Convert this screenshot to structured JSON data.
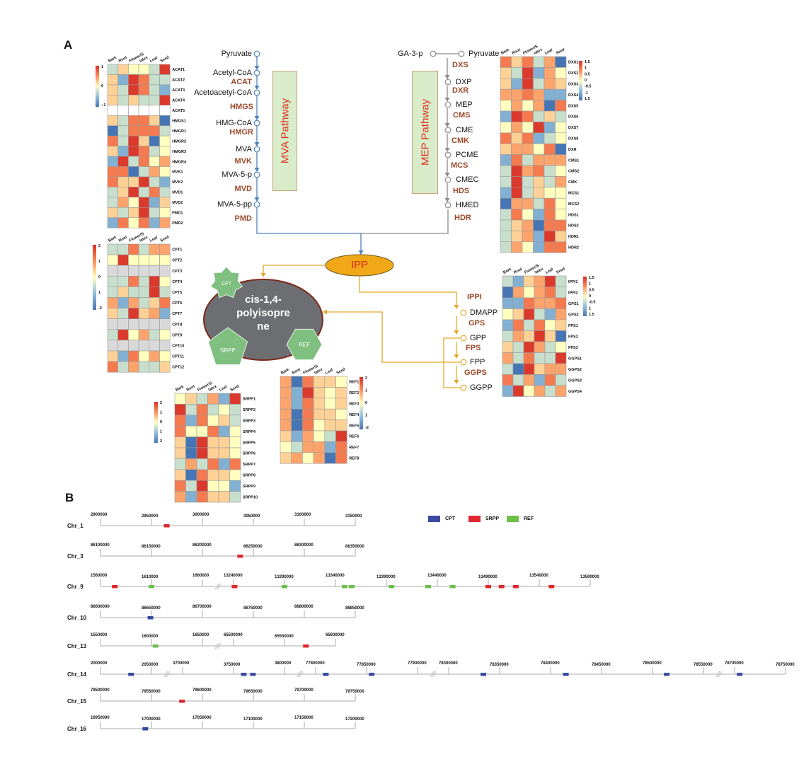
{
  "panels": {
    "a": "A",
    "b": "B"
  },
  "mva": {
    "title": "MVA Pathway",
    "metabolites": [
      "Pyruvate",
      "Acetyl-CoA",
      "Acetoacetyl-CoA",
      "HMG-CoA",
      "MVA",
      "MVA-5-p",
      "MVA-5-pp"
    ],
    "enzymes": [
      "ACAT",
      "HMGS",
      "HMGR",
      "MVK",
      "MVD",
      "PMD"
    ]
  },
  "mep": {
    "title": "MEP Pathway",
    "start": "GA-3-p",
    "pyruvate": "Pyruvate",
    "metabolites": [
      "DXP",
      "MEP",
      "CME",
      "PCME",
      "CMEC",
      "HMED"
    ],
    "enzymes": [
      "DXS",
      "DXR",
      "CMS",
      "CMK",
      "MCS",
      "HDS",
      "HDR"
    ]
  },
  "ipp": {
    "label": "IPP"
  },
  "downstream": {
    "enzymes": [
      "IPPI",
      "GPS",
      "FPS",
      "GGPS"
    ],
    "metabolites": [
      "DMAPP",
      "GPP",
      "FPP",
      "GGPP"
    ]
  },
  "product": {
    "line1": "cis-1,4-",
    "line2": "polyisopre",
    "line3": "ne",
    "proteins": [
      "CPT",
      "SRPP",
      "REF"
    ]
  },
  "colors": {
    "mva_arrow": "#4f81bd",
    "mep_arrow": "#8c8c8c",
    "downstream_arrow": "#e6a82a",
    "ipp_fill": "#f0a818",
    "product_fill": "#6d6e71",
    "protein_fill": "#7fbf7f",
    "enzyme_text": "#9c4a2a",
    "heat_low": "#4575b4",
    "heat_mid": "#ffffbf",
    "heat_high": "#d73027",
    "CPT": "#3a4aa0",
    "SRPP": "#e0262e",
    "REF": "#6cc04a"
  },
  "heatmaps": {
    "columns": [
      "Bark",
      "Root",
      "Flower/S",
      "latex",
      "Leaf",
      "Seed"
    ],
    "mva": {
      "legend": [
        "1",
        "0",
        "−1"
      ],
      "na_color": "#ffffff",
      "rows": [
        "ACAT1",
        "ACAT2",
        "ACAT3",
        "ACAT4",
        "ACAT5",
        "HMGS1",
        "HMGR1",
        "HMGR2",
        "HMGR3",
        "HMGR4",
        "MVK1",
        "MVK2",
        "MVD1",
        "MVD2",
        "PMD1",
        "PMD2"
      ],
      "values": [
        [
          -0.5,
          0.4,
          0,
          0,
          -0.5,
          1.9
        ],
        [
          0.4,
          -1.2,
          1.9,
          1.2,
          -0.5,
          -0.5
        ],
        [
          0.4,
          -0.5,
          1.9,
          1.2,
          -0.5,
          -1.2
        ],
        [
          0.4,
          -0.5,
          0.4,
          -0.5,
          -0.5,
          1.9
        ],
        [
          null,
          null,
          null,
          null,
          null,
          null
        ],
        [
          0.4,
          -0.5,
          1.2,
          1.2,
          0.4,
          -2
        ],
        [
          -2,
          -0.5,
          1.2,
          1.2,
          1.2,
          -0.5
        ],
        [
          1.2,
          -0.5,
          1.9,
          0.4,
          -2,
          0
        ],
        [
          0.4,
          -1.2,
          1.9,
          1.2,
          -0.5,
          0
        ],
        [
          -1.2,
          1.9,
          -0.5,
          1.2,
          0,
          0.8
        ],
        [
          1.2,
          1.2,
          -2,
          -0.5,
          0.8,
          0
        ],
        [
          1.2,
          0.4,
          0.4,
          1.9,
          -0.5,
          -1.2
        ],
        [
          -0.5,
          0.4,
          1.9,
          -0.5,
          1.2,
          -0.5
        ],
        [
          -0.5,
          0.8,
          0,
          1.9,
          -1.2,
          0.4
        ],
        [
          0.4,
          -0.5,
          0.4,
          1.9,
          -0.5,
          0
        ],
        [
          -1.2,
          1.2,
          0,
          1.2,
          -1.2,
          0.8
        ]
      ]
    },
    "cpt": {
      "legend": [
        "2",
        "1",
        "0",
        "1",
        "-2"
      ],
      "na_color": "#d9d9d9",
      "rows": [
        "CPT1",
        "CPT2",
        "CPT3",
        "CPT4",
        "CPT5",
        "CPT6",
        "CPT7",
        "CPT8",
        "CPT9",
        "CPT10",
        "CPT11",
        "CPT12"
      ],
      "values": [
        [
          -0.5,
          -0.5,
          1.2,
          -0.5,
          0.8,
          0.8
        ],
        [
          0,
          1.9,
          0,
          0,
          0,
          0
        ],
        [
          null,
          null,
          null,
          null,
          null,
          null
        ],
        [
          -0.5,
          -0.5,
          1.2,
          -0.5,
          1.9,
          0
        ],
        [
          -0.5,
          0.4,
          -0.5,
          -0.5,
          1.9,
          -0.5
        ],
        [
          0.8,
          -1.2,
          0.8,
          -0.5,
          0.4,
          1.2
        ],
        [
          0.4,
          -0.5,
          1.9,
          0.4,
          0.8,
          -1.2
        ],
        [
          null,
          null,
          null,
          null,
          null,
          null
        ],
        [
          -0.5,
          1.9,
          0,
          0.8,
          -0.5,
          0
        ],
        [
          null,
          null,
          null,
          null,
          null,
          null
        ],
        [
          0.4,
          -1.2,
          1.2,
          0,
          0.8,
          0
        ],
        [
          1.2,
          -0.5,
          0.8,
          -0.5,
          -0.5,
          0.4
        ]
      ]
    },
    "mep": {
      "legend": [
        "1.5",
        "1",
        "0.5",
        "0",
        "-0.5",
        "-1",
        "1.5"
      ],
      "na_color": "#d9d9d9",
      "rows": [
        "DXS1",
        "DXS2",
        "DXS3",
        "DXS4",
        "DXS5",
        "DXS6",
        "DXS7",
        "DXS8",
        "DXR",
        "CMS1",
        "CMS2",
        "CMK",
        "MCS1",
        "MCS2",
        "HDS1",
        "HDS2",
        "HDR1",
        "HDR2"
      ],
      "values": [
        [
          1.2,
          0.4,
          1.2,
          -0.5,
          0.8,
          -2
        ],
        [
          0.4,
          -0.5,
          1.9,
          -1.2,
          0.8,
          0
        ],
        [
          0.4,
          -1.2,
          1.9,
          -0.5,
          0.8,
          0.4
        ],
        [
          0.8,
          0.8,
          1.2,
          0.8,
          -1.2,
          -1.2
        ],
        [
          0,
          0.8,
          0,
          0.8,
          -2,
          1.2
        ],
        [
          -1.2,
          1.9,
          1.2,
          -0.5,
          0.4,
          -0.5
        ],
        [
          0,
          0.8,
          0,
          1.9,
          -1.2,
          0
        ],
        [
          1.2,
          0.4,
          1.2,
          -1.2,
          -0.5,
          0
        ],
        [
          0.4,
          0.8,
          0.8,
          0,
          1.2,
          -2
        ],
        [
          -1.2,
          1.2,
          -0.5,
          0.8,
          0.8,
          0.8
        ],
        [
          -0.5,
          1.9,
          0.8,
          1.2,
          -0.5,
          0
        ],
        [
          -0.5,
          1.9,
          -0.5,
          0.4,
          -0.5,
          0.8
        ],
        [
          -1.2,
          1.9,
          -0.5,
          0.4,
          0,
          0
        ],
        [
          -2,
          0.8,
          0.8,
          -0.5,
          1.2,
          0
        ],
        [
          -0.5,
          1.2,
          0,
          -1.2,
          1.2,
          0
        ],
        [
          -0.5,
          0.4,
          0.8,
          -2,
          1.2,
          1.2
        ],
        [
          -0.5,
          0.4,
          0.8,
          -1.2,
          1.9,
          0.4
        ],
        [
          -0.5,
          0.8,
          0,
          -1.2,
          1.2,
          1.2
        ]
      ]
    },
    "gps": {
      "legend": [
        "1.5",
        "1",
        "0.5",
        "0",
        "-0.5",
        "1",
        "1.5"
      ],
      "na_color": "#d9d9d9",
      "rows": [
        "IPPI1",
        "IPPI2",
        "GPS1",
        "GPS2",
        "FPS1",
        "FPS2",
        "FPS3",
        "GGPS1",
        "GGPS2",
        "GGPS3",
        "GGPS4"
      ],
      "values": [
        [
          -0.5,
          -1.2,
          0.4,
          0.8,
          1.9,
          -0.5
        ],
        [
          -2,
          0.8,
          0,
          0.8,
          1.2,
          -0.5
        ],
        [
          -1.2,
          -1.2,
          1.2,
          0.8,
          0.8,
          1.2
        ],
        [
          0,
          0.4,
          1.9,
          -0.5,
          -1.2,
          0.8
        ],
        [
          -1.2,
          1.2,
          -0.5,
          1.2,
          0,
          0.4
        ],
        [
          -0.5,
          0.8,
          0.4,
          1.9,
          0.4,
          -2
        ],
        [
          0.4,
          -0.5,
          1.9,
          0.8,
          -0.5,
          0
        ],
        [
          0.8,
          -0.5,
          1.2,
          -0.5,
          -0.5,
          1.9
        ],
        [
          -0.5,
          -2,
          1.9,
          0.4,
          0.8,
          0.8
        ],
        [
          1.2,
          -0.5,
          0.8,
          -1.2,
          1.2,
          -0.5
        ],
        [
          -1.2,
          1.9,
          0,
          0.8,
          -0.5,
          0.8
        ]
      ]
    },
    "srpp": {
      "legend": [
        "2",
        "1",
        "0",
        "1",
        "2"
      ],
      "na_color": "#d9d9d9",
      "rows": [
        "SRPP1",
        "SRPP2",
        "SRPP3",
        "SRPP4",
        "SRPP5",
        "SRPP6",
        "SRPP7",
        "SRPP8",
        "SRPP9",
        "SRPP10"
      ],
      "values": [
        [
          0,
          0.4,
          -0.5,
          0.8,
          -1.2,
          1.9
        ],
        [
          1.9,
          -0.5,
          1.2,
          -0.5,
          0,
          -0.5
        ],
        [
          1.2,
          -1.2,
          1.2,
          0,
          0.4,
          -0.5
        ],
        [
          1.2,
          0,
          0,
          1.2,
          -1.2,
          0
        ],
        [
          0.4,
          -2,
          1.9,
          0.4,
          0.4,
          0
        ],
        [
          0.4,
          -2,
          1.9,
          0.4,
          0.4,
          0
        ],
        [
          -0.5,
          0.8,
          -0.5,
          1.2,
          -1.2,
          1.2
        ],
        [
          0.4,
          -2,
          1.2,
          0.4,
          0.4,
          0
        ],
        [
          1.2,
          -0.5,
          1.9,
          0,
          0,
          -1.2
        ],
        [
          0.8,
          -1.2,
          1.2,
          0.4,
          0.4,
          -0.5
        ]
      ]
    },
    "ref": {
      "legend": [
        "2",
        "1",
        "0",
        "1",
        "-2"
      ],
      "na_color": "#d9d9d9",
      "rows": [
        "REF1",
        "REF2",
        "REF3",
        "REF4",
        "REF5",
        "REF6",
        "REF7",
        "REF8"
      ],
      "values": [
        [
          0.8,
          -2,
          1.2,
          0.4,
          0.4,
          0
        ],
        [
          0.8,
          -1.2,
          1.9,
          0.4,
          0,
          0.4
        ],
        [
          0.8,
          -1.2,
          1.2,
          0.4,
          0,
          0.4
        ],
        [
          0.8,
          -2,
          1.2,
          0.4,
          0.4,
          0
        ],
        [
          0.8,
          -2,
          1.2,
          0,
          0.4,
          0.4
        ],
        [
          0.4,
          -1.2,
          0.8,
          0,
          -0.5,
          1.9
        ],
        [
          0,
          -0.5,
          0.8,
          0.8,
          -1.2,
          1.2
        ],
        [
          0.4,
          0.8,
          0,
          0.8,
          -2,
          1.2
        ]
      ]
    }
  },
  "chromosomes": {
    "legend": [
      "CPT",
      "SRPP",
      "REF"
    ],
    "items": [
      {
        "name": "Chr_1",
        "segments": [
          [
            2900000,
            2950000,
            3000000,
            3050000,
            3100000,
            3150000
          ]
        ],
        "genes": [
          {
            "type": "SRPP",
            "pos": 2965000
          }
        ]
      },
      {
        "name": "Chr_3",
        "segments": [
          [
            86100000,
            86150000,
            86200000,
            86250000,
            86300000,
            86350000
          ]
        ],
        "genes": [
          {
            "type": "SRPP",
            "pos": 86237000
          }
        ]
      },
      {
        "name": "Chr_9",
        "segments": [
          [
            1560000,
            1610000,
            1660000
          ],
          [
            13240000,
            13290000,
            13340000,
            13390000,
            13440000,
            13490000,
            13540000,
            13590000
          ]
        ],
        "genes": [
          {
            "type": "SRPP",
            "pos": 1574000
          },
          {
            "type": "REF",
            "pos": 1610000
          },
          {
            "type": "SRPP",
            "pos": 13241000
          },
          {
            "type": "REF",
            "pos": 13290000
          },
          {
            "type": "REF",
            "pos": 13349000
          },
          {
            "type": "REF",
            "pos": 13356000
          },
          {
            "type": "REF",
            "pos": 13395000
          },
          {
            "type": "REF",
            "pos": 13431000
          },
          {
            "type": "REF",
            "pos": 13455000
          },
          {
            "type": "SRPP",
            "pos": 13490000
          },
          {
            "type": "SRPP",
            "pos": 13503000
          },
          {
            "type": "SRPP",
            "pos": 13517000
          },
          {
            "type": "SRPP",
            "pos": 13552000
          }
        ]
      },
      {
        "name": "Chr_10",
        "segments": [
          [
            86600000,
            86650000,
            86700000,
            86750000,
            86800000,
            86850000
          ]
        ],
        "genes": [
          {
            "type": "CPT",
            "pos": 86649000
          }
        ]
      },
      {
        "name": "Chr_13",
        "segments": [
          [
            1550000,
            1600000,
            1650000
          ],
          [
            65500000,
            65550000,
            65600000
          ]
        ],
        "genes": [
          {
            "type": "REF",
            "pos": 1604000
          },
          {
            "type": "SRPP",
            "pos": 65571000
          }
        ]
      },
      {
        "name": "Chr_14",
        "segments": [
          [
            2000000,
            2050000
          ],
          [
            3700000,
            3750000,
            3800000
          ],
          [
            77800000,
            77850000,
            77900000
          ],
          [
            78300000,
            78350000,
            78400000,
            78450000,
            78500000,
            78550000
          ],
          [
            78700000,
            78750000
          ]
        ],
        "genes": [
          {
            "type": "CPT",
            "pos": 2030000
          },
          {
            "type": "CPT",
            "pos": 3760000
          },
          {
            "type": "CPT",
            "pos": 3769000
          },
          {
            "type": "CPT",
            "pos": 77810000
          },
          {
            "type": "CPT",
            "pos": 77855000
          },
          {
            "type": "CPT",
            "pos": 78334000
          },
          {
            "type": "CPT",
            "pos": 78415000
          },
          {
            "type": "CPT",
            "pos": 78514000
          },
          {
            "type": "CPT",
            "pos": 78705000
          }
        ]
      },
      {
        "name": "Chr_15",
        "segments": [
          [
            79500000,
            79550000,
            79600000,
            79650000,
            79700000,
            79750000
          ]
        ],
        "genes": [
          {
            "type": "SRPP",
            "pos": 79580000
          }
        ]
      },
      {
        "name": "Chr_16",
        "segments": [
          [
            16950000,
            17000000,
            17050000,
            17100000,
            17150000,
            17200000
          ]
        ],
        "genes": [
          {
            "type": "CPT",
            "pos": 16994000
          }
        ]
      }
    ]
  }
}
